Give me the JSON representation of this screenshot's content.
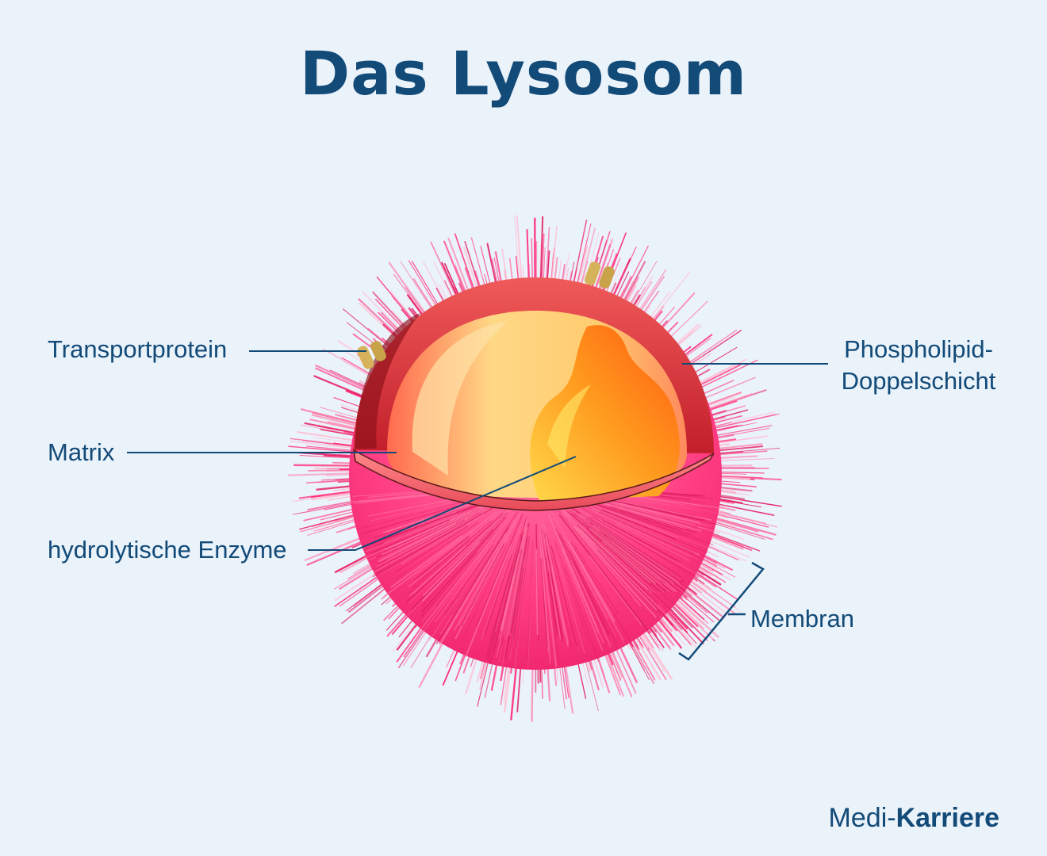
{
  "title": "Das Lysosom",
  "labels": {
    "transport": "Transportprotein",
    "matrix": "Matrix",
    "enzyme": "hydrolytische Enzyme",
    "phospho_line1": "Phospholipid-",
    "phospho_line2": "Doppelschicht",
    "membran": "Membran"
  },
  "brand": {
    "part1": "Medi-",
    "part2": "Karriere"
  },
  "colors": {
    "text": "#124a78",
    "background": "#eaf2fa",
    "spikes": "#ff2d7a",
    "membrane_outer": "#e23a3a",
    "matrix": "#ffd27a",
    "enzyme": "#ff7a1a"
  }
}
